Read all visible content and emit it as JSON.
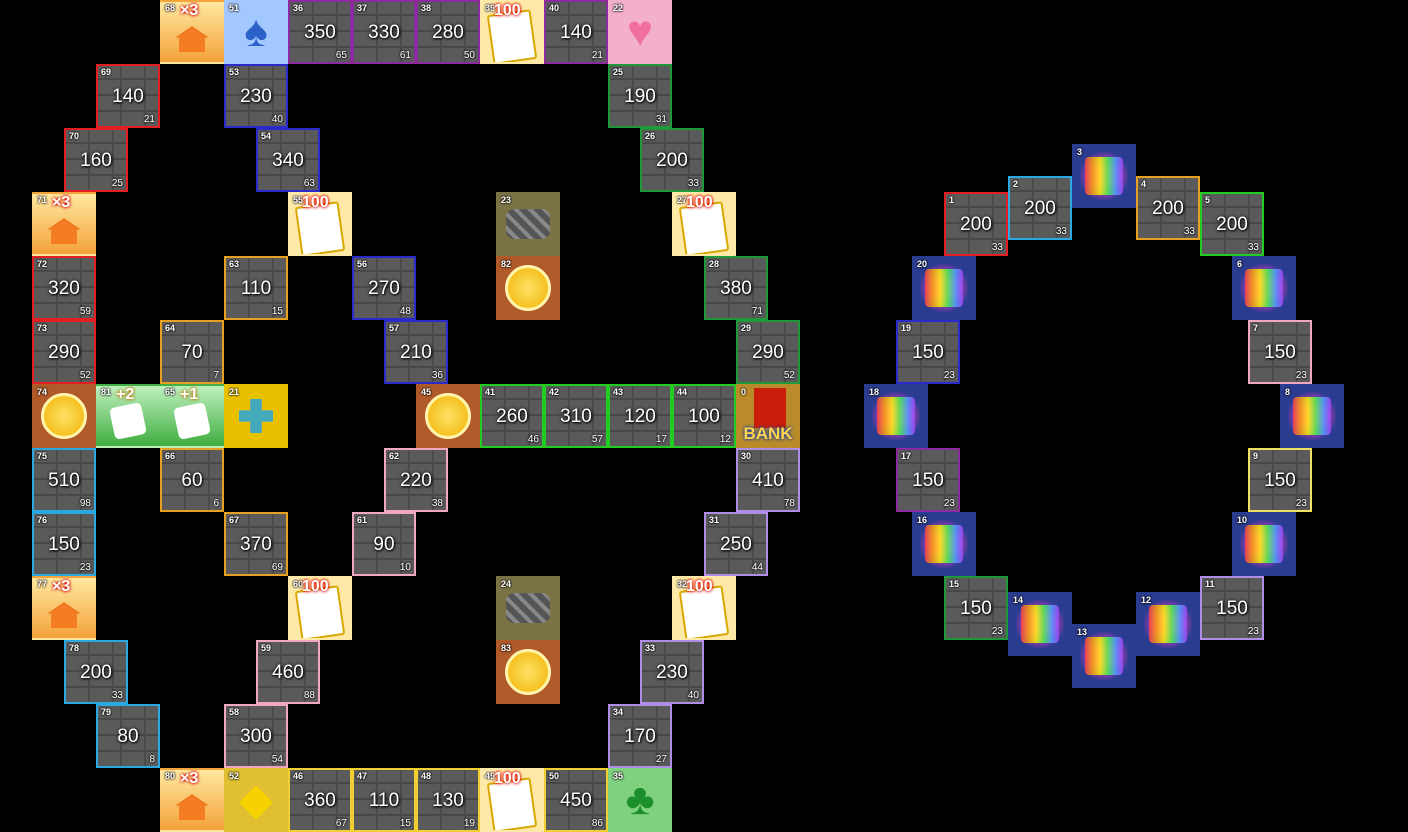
{
  "board_left": {
    "squares": [
      {
        "i": "0",
        "kind": "bank",
        "label": "BANK"
      },
      {
        "i": "21",
        "kind": "cross"
      },
      {
        "i": "22",
        "kind": "heart"
      },
      {
        "i": "23",
        "kind": "rock"
      },
      {
        "i": "24",
        "kind": "rock"
      },
      {
        "i": "25",
        "kind": "prop",
        "price": "190",
        "fee": "31",
        "color": "#1e9a3a"
      },
      {
        "i": "26",
        "kind": "prop",
        "price": "200",
        "fee": "33",
        "color": "#1e9a3a"
      },
      {
        "i": "27",
        "kind": "card",
        "label": "100"
      },
      {
        "i": "28",
        "kind": "prop",
        "price": "380",
        "fee": "71",
        "color": "#1e9a3a"
      },
      {
        "i": "29",
        "kind": "prop",
        "price": "290",
        "fee": "52",
        "color": "#1e9a3a"
      },
      {
        "i": "30",
        "kind": "prop",
        "price": "410",
        "fee": "78",
        "color": "#b18be8"
      },
      {
        "i": "31",
        "kind": "prop",
        "price": "250",
        "fee": "44",
        "color": "#b18be8"
      },
      {
        "i": "32",
        "kind": "card",
        "label": "100"
      },
      {
        "i": "33",
        "kind": "prop",
        "price": "230",
        "fee": "40",
        "color": "#b18be8"
      },
      {
        "i": "34",
        "kind": "prop",
        "price": "170",
        "fee": "27",
        "color": "#b18be8"
      },
      {
        "i": "35",
        "kind": "club"
      },
      {
        "i": "36",
        "kind": "prop",
        "price": "350",
        "fee": "65",
        "color": "#8e2aa0"
      },
      {
        "i": "37",
        "kind": "prop",
        "price": "330",
        "fee": "61",
        "color": "#8e2aa0"
      },
      {
        "i": "38",
        "kind": "prop",
        "price": "280",
        "fee": "50",
        "color": "#8e2aa0"
      },
      {
        "i": "39",
        "kind": "card",
        "label": "100"
      },
      {
        "i": "40",
        "kind": "prop",
        "price": "140",
        "fee": "21",
        "color": "#8e2aa0"
      },
      {
        "i": "41",
        "kind": "prop",
        "price": "260",
        "fee": "46",
        "color": "#22cc22"
      },
      {
        "i": "42",
        "kind": "prop",
        "price": "310",
        "fee": "57",
        "color": "#22cc22"
      },
      {
        "i": "43",
        "kind": "prop",
        "price": "120",
        "fee": "17",
        "color": "#22cc22"
      },
      {
        "i": "44",
        "kind": "prop",
        "price": "100",
        "fee": "12",
        "color": "#22cc22"
      },
      {
        "i": "45",
        "kind": "coin"
      },
      {
        "i": "46",
        "kind": "prop",
        "price": "360",
        "fee": "67",
        "color": "#f0d030"
      },
      {
        "i": "47",
        "kind": "prop",
        "price": "110",
        "fee": "15",
        "color": "#f0d030"
      },
      {
        "i": "48",
        "kind": "prop",
        "price": "130",
        "fee": "19",
        "color": "#f0d030"
      },
      {
        "i": "49",
        "kind": "card",
        "label": "100"
      },
      {
        "i": "50",
        "kind": "prop",
        "price": "450",
        "fee": "86",
        "color": "#f0d030"
      },
      {
        "i": "51",
        "kind": "spade"
      },
      {
        "i": "52",
        "kind": "diamond"
      },
      {
        "i": "53",
        "kind": "prop",
        "price": "230",
        "fee": "40",
        "color": "#2a2ad0"
      },
      {
        "i": "54",
        "kind": "prop",
        "price": "340",
        "fee": "63",
        "color": "#2a2ad0"
      },
      {
        "i": "55",
        "kind": "card",
        "label": "100"
      },
      {
        "i": "56",
        "kind": "prop",
        "price": "270",
        "fee": "48",
        "color": "#2a2ad0"
      },
      {
        "i": "57",
        "kind": "prop",
        "price": "210",
        "fee": "36",
        "color": "#2a2ad0"
      },
      {
        "i": "58",
        "kind": "prop",
        "price": "300",
        "fee": "54",
        "color": "#f0a8c0"
      },
      {
        "i": "59",
        "kind": "prop",
        "price": "460",
        "fee": "88",
        "color": "#f0a8c0"
      },
      {
        "i": "60",
        "kind": "card",
        "label": "100"
      },
      {
        "i": "61",
        "kind": "prop",
        "price": "90",
        "fee": "10",
        "color": "#f0a8c0"
      },
      {
        "i": "62",
        "kind": "prop",
        "price": "220",
        "fee": "38",
        "color": "#f0a8c0"
      },
      {
        "i": "63",
        "kind": "prop",
        "price": "110",
        "fee": "15",
        "color": "#e8a020"
      },
      {
        "i": "64",
        "kind": "prop",
        "price": "70",
        "fee": "7",
        "color": "#e8a020"
      },
      {
        "i": "65",
        "kind": "dice",
        "label": "+1"
      },
      {
        "i": "66",
        "kind": "prop",
        "price": "60",
        "fee": "6",
        "color": "#e8a020"
      },
      {
        "i": "67",
        "kind": "prop",
        "price": "370",
        "fee": "69",
        "color": "#e8a020"
      },
      {
        "i": "68",
        "kind": "house",
        "label": "×3"
      },
      {
        "i": "69",
        "kind": "prop",
        "price": "140",
        "fee": "21",
        "color": "#e02020"
      },
      {
        "i": "70",
        "kind": "prop",
        "price": "160",
        "fee": "25",
        "color": "#e02020"
      },
      {
        "i": "71",
        "kind": "house",
        "label": "×3"
      },
      {
        "i": "72",
        "kind": "prop",
        "price": "320",
        "fee": "59",
        "color": "#e02020"
      },
      {
        "i": "73",
        "kind": "prop",
        "price": "290",
        "fee": "52",
        "color": "#e02020"
      },
      {
        "i": "74",
        "kind": "coin"
      },
      {
        "i": "75",
        "kind": "prop",
        "price": "510",
        "fee": "98",
        "color": "#2aa8e0"
      },
      {
        "i": "76",
        "kind": "prop",
        "price": "150",
        "fee": "23",
        "color": "#2aa8e0"
      },
      {
        "i": "77",
        "kind": "house",
        "label": "×3"
      },
      {
        "i": "78",
        "kind": "prop",
        "price": "200",
        "fee": "33",
        "color": "#2aa8e0"
      },
      {
        "i": "79",
        "kind": "prop",
        "price": "80",
        "fee": "8",
        "color": "#2aa8e0"
      },
      {
        "i": "80",
        "kind": "house",
        "label": "×3"
      },
      {
        "i": "81",
        "kind": "dice",
        "label": "+2"
      },
      {
        "i": "82",
        "kind": "coin"
      },
      {
        "i": "83",
        "kind": "coin"
      }
    ]
  },
  "board_right": {
    "squares": [
      {
        "i": "1",
        "kind": "prop",
        "price": "200",
        "fee": "33",
        "color": "#e02020"
      },
      {
        "i": "2",
        "kind": "prop",
        "price": "200",
        "fee": "33",
        "color": "#2aa8e0"
      },
      {
        "i": "3",
        "kind": "warp"
      },
      {
        "i": "4",
        "kind": "prop",
        "price": "200",
        "fee": "33",
        "color": "#e8a020"
      },
      {
        "i": "5",
        "kind": "prop",
        "price": "200",
        "fee": "33",
        "color": "#22cc22"
      },
      {
        "i": "6",
        "kind": "warp"
      },
      {
        "i": "7",
        "kind": "prop",
        "price": "150",
        "fee": "23",
        "color": "#f0a8c0"
      },
      {
        "i": "8",
        "kind": "warp"
      },
      {
        "i": "9",
        "kind": "prop",
        "price": "150",
        "fee": "23",
        "color": "#f0e060"
      },
      {
        "i": "10",
        "kind": "warp"
      },
      {
        "i": "11",
        "kind": "prop",
        "price": "150",
        "fee": "23",
        "color": "#b18be8"
      },
      {
        "i": "12",
        "kind": "warp"
      },
      {
        "i": "13",
        "kind": "warp"
      },
      {
        "i": "14",
        "kind": "warp"
      },
      {
        "i": "15",
        "kind": "prop",
        "price": "150",
        "fee": "23",
        "color": "#1e9a3a"
      },
      {
        "i": "16",
        "kind": "warp"
      },
      {
        "i": "17",
        "kind": "prop",
        "price": "150",
        "fee": "23",
        "color": "#8e2aa0"
      },
      {
        "i": "18",
        "kind": "warp"
      },
      {
        "i": "19",
        "kind": "prop",
        "price": "150",
        "fee": "23",
        "color": "#2a2ad0"
      },
      {
        "i": "20",
        "kind": "warp"
      }
    ]
  }
}
